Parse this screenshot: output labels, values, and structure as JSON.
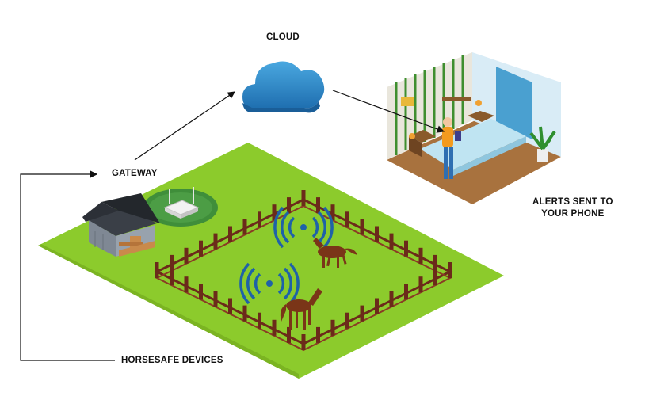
{
  "labels": {
    "cloud": "CLOUD",
    "gateway": "GATEWAY",
    "alerts_line1": "ALERTS SENT TO",
    "alerts_line2": "YOUR PHONE",
    "devices": "HORSESAFE DEVICES"
  },
  "icons": {
    "cloud": "cloud-icon",
    "gateway": "router-icon",
    "barn": "barn-icon",
    "bedroom": "bedroom-icon",
    "person": "person-with-phone-icon",
    "horse": "horse-icon",
    "signal": "wireless-signal-icon",
    "fence": "fence-icon"
  },
  "colors": {
    "grass": "#8ccb2c",
    "grass_edge": "#6fa51c",
    "cloud": "#2f8fcf",
    "signal": "#1f62a8",
    "fence": "#6b2a1a",
    "horse": "#7a3518",
    "arrow": "#111111"
  }
}
